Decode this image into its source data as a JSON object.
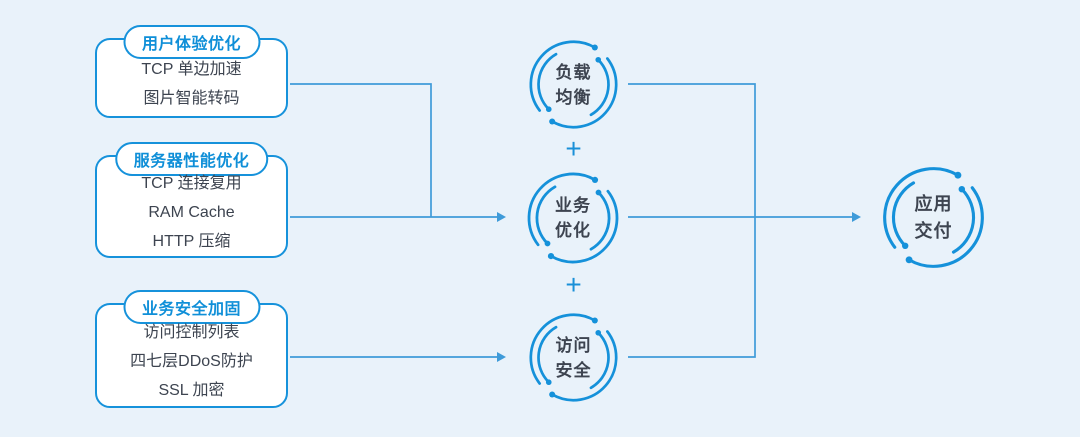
{
  "palette": {
    "background": "#e9f2fa",
    "primary_blue": "#1591da",
    "title_blue": "#0f8fd8",
    "connector_blue": "#3f9bd9",
    "text_dark": "#3d4450",
    "box_fill": "#ffffff"
  },
  "feature_boxes": [
    {
      "title": "用户体验优化",
      "items": [
        "TCP 单边加速",
        "图片智能转码"
      ]
    },
    {
      "title": "服务器性能优化",
      "items": [
        "TCP 连接复用",
        "RAM Cache",
        "HTTP 压缩"
      ]
    },
    {
      "title": "业务安全加固",
      "items": [
        "访问控制列表",
        "四七层DDoS防护",
        "SSL 加密"
      ]
    }
  ],
  "capability_circles": [
    {
      "label_line1": "负载",
      "label_line2": "均衡"
    },
    {
      "label_line1": "业务",
      "label_line2": "优化"
    },
    {
      "label_line1": "访问",
      "label_line2": "安全"
    }
  ],
  "plus_operators": [
    "+",
    "+"
  ],
  "result_circle": {
    "label_line1": "应用",
    "label_line2": "交付"
  }
}
